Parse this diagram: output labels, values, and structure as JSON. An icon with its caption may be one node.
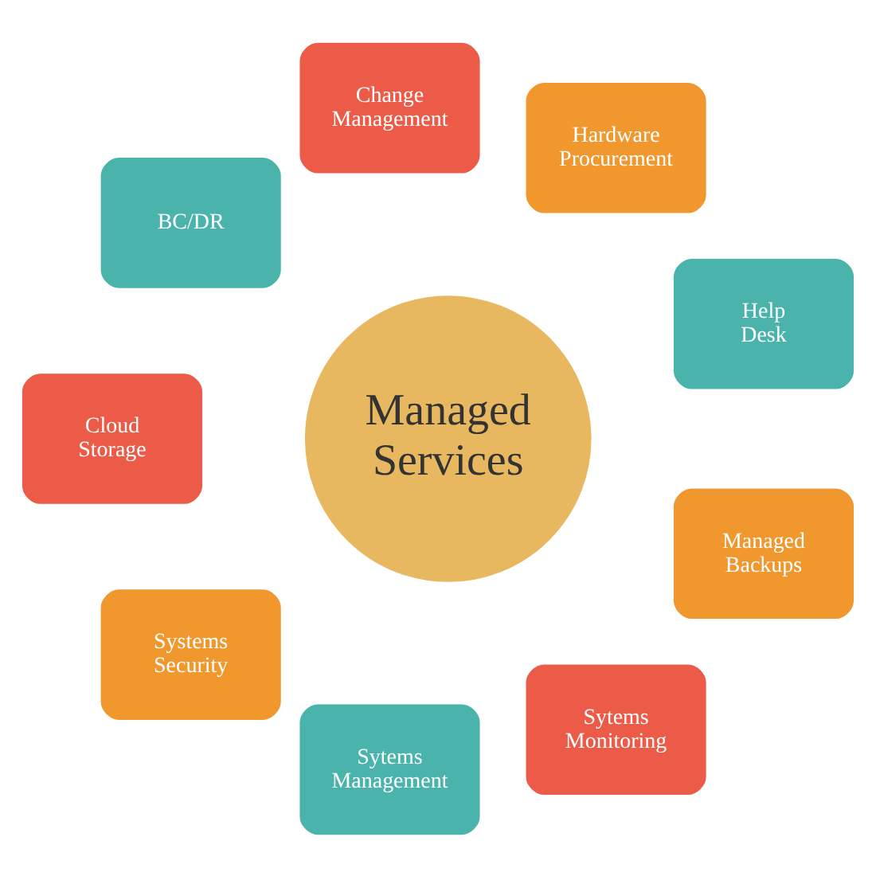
{
  "diagram": {
    "nodes": [
      {
        "text": [
          "Managed Services"
        ]
      },
      {
        "text": [
          "Help Desk"
        ]
      },
      {
        "text": [
          "Hardware Procurement"
        ]
      },
      {
        "text": [
          "Change Management"
        ]
      },
      {
        "text": [
          "BC/DR"
        ]
      },
      {
        "text": [
          "Cloud Storage"
        ]
      },
      {
        "text": [
          "Systems Security"
        ]
      },
      {
        "text": [
          "Sytems Management"
        ]
      },
      {
        "text": [
          "Sytems Monitoring"
        ]
      },
      {
        "text": [
          "Managed Backups"
        ]
      }
    ],
    "edges": []
  }
}
